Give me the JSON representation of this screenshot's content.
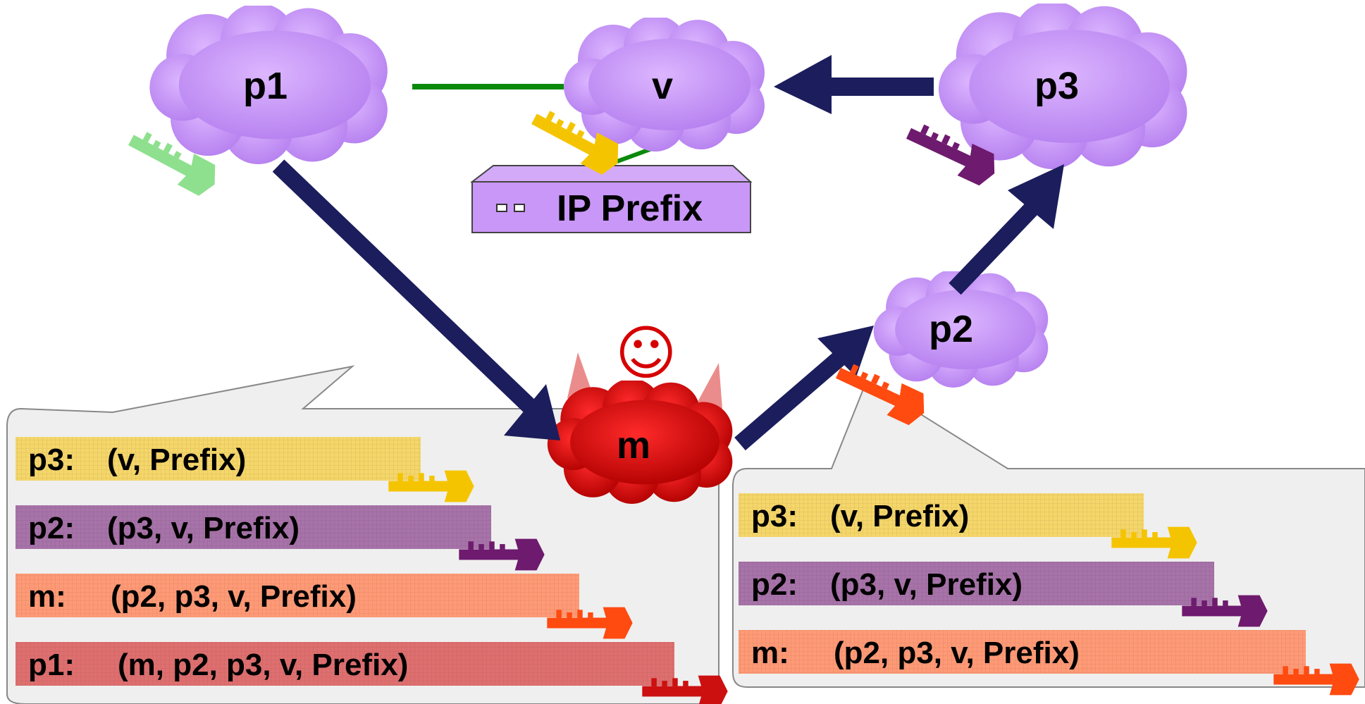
{
  "nodes": {
    "p1": {
      "label": "p1",
      "color": "#c997f7"
    },
    "v": {
      "label": "v",
      "color": "#c997f7"
    },
    "p3": {
      "label": "p3",
      "color": "#c997f7"
    },
    "p2": {
      "label": "p2",
      "color": "#c997f7"
    },
    "m": {
      "label": "m",
      "color": "#d90000"
    }
  },
  "prefix_box": {
    "label": "IP Prefix",
    "color": "#c997f7"
  },
  "smiley": "☺",
  "colors": {
    "arrow": "#1b1d5c",
    "link": "#0a8a0a",
    "yellow": "#f5d66a",
    "purple": "#a773a9",
    "orange": "#ff9a76",
    "red": "#df6f6f",
    "bubble": "#f0f0f0"
  },
  "left_bubble": {
    "rows": [
      {
        "key": "p3:",
        "path": "(v, Prefix)",
        "color": "yellow",
        "icon": "gold-key-icon"
      },
      {
        "key": "p2:",
        "path": "(p3, v, Prefix)",
        "color": "purple",
        "icon": "purple-key-icon"
      },
      {
        "key": "m:",
        "path": "(p2, p3, v, Prefix)",
        "color": "orange",
        "icon": "orange-key-icon"
      },
      {
        "key": "p1:",
        "path": "(m, p2, p3, v, Prefix)",
        "color": "red",
        "icon": "red-key-icon"
      }
    ]
  },
  "right_bubble": {
    "rows": [
      {
        "key": "p3:",
        "path": "(v, Prefix)",
        "color": "yellow",
        "icon": "gold-key-icon"
      },
      {
        "key": "p2:",
        "path": "(p3, v, Prefix)",
        "color": "purple",
        "icon": "purple-key-icon"
      },
      {
        "key": "m:",
        "path": "(p2, p3, v, Prefix)",
        "color": "orange",
        "icon": "orange-key-icon"
      }
    ]
  }
}
